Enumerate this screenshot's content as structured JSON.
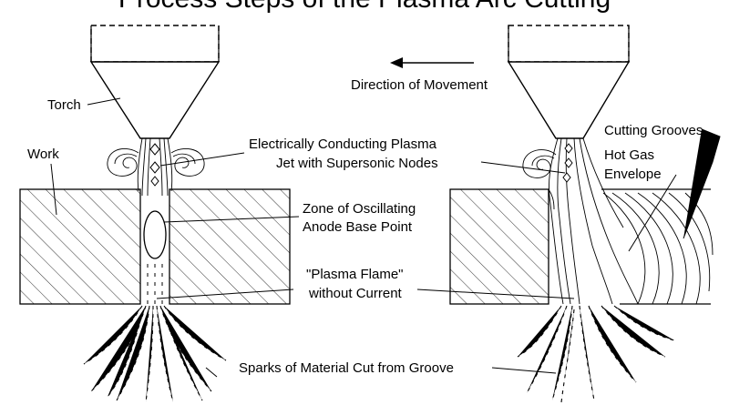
{
  "title": "Process Steps of the Plasma Arc Cutting",
  "labels": {
    "torch": "Torch",
    "work": "Work",
    "direction": "Direction of Movement",
    "plasma_jet_line1": "Electrically Conducting Plasma",
    "plasma_jet_line2": "Jet with Supersonic Nodes",
    "zone_line1": "Zone of Oscillating",
    "zone_line2": "Anode Base Point",
    "flame_line1": "\"Plasma Flame\"",
    "flame_line2": "without Current",
    "sparks": "Sparks of Material Cut from Groove",
    "grooves": "Cutting Grooves",
    "hot_gas_line1": "Hot Gas",
    "hot_gas_line2": "Envelope"
  }
}
